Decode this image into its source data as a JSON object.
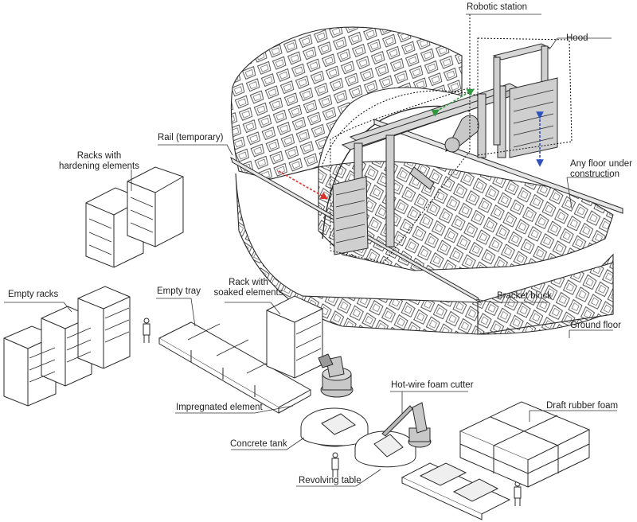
{
  "labels": {
    "robotic_station": "Robotic station",
    "hood": "Hood",
    "rail": "Rail (temporary)",
    "racks_hardening_1": "Racks with",
    "racks_hardening_2": "hardening elements",
    "any_floor_1": "Any floor under",
    "any_floor_2": "construction",
    "empty_racks": "Empty racks",
    "empty_tray": "Empty tray",
    "rack_soaked_1": "Rack with",
    "rack_soaked_2": "soaked elements",
    "bracket_block": "Bracket block",
    "ground_floor": "Ground floor",
    "hot_wire": "Hot-wire foam cutter",
    "impregnated": "Impregnated element",
    "draft_foam": "Draft rubber foam",
    "concrete_tank": "Concrete tank",
    "revolving_table": "Revolving table"
  },
  "colors": {
    "line": "#2a2a2a",
    "fill_gray": "#d7d7d7",
    "arrow_green": "#2e9a3e",
    "arrow_red": "#d8322a",
    "arrow_blue": "#2f4fbf"
  }
}
